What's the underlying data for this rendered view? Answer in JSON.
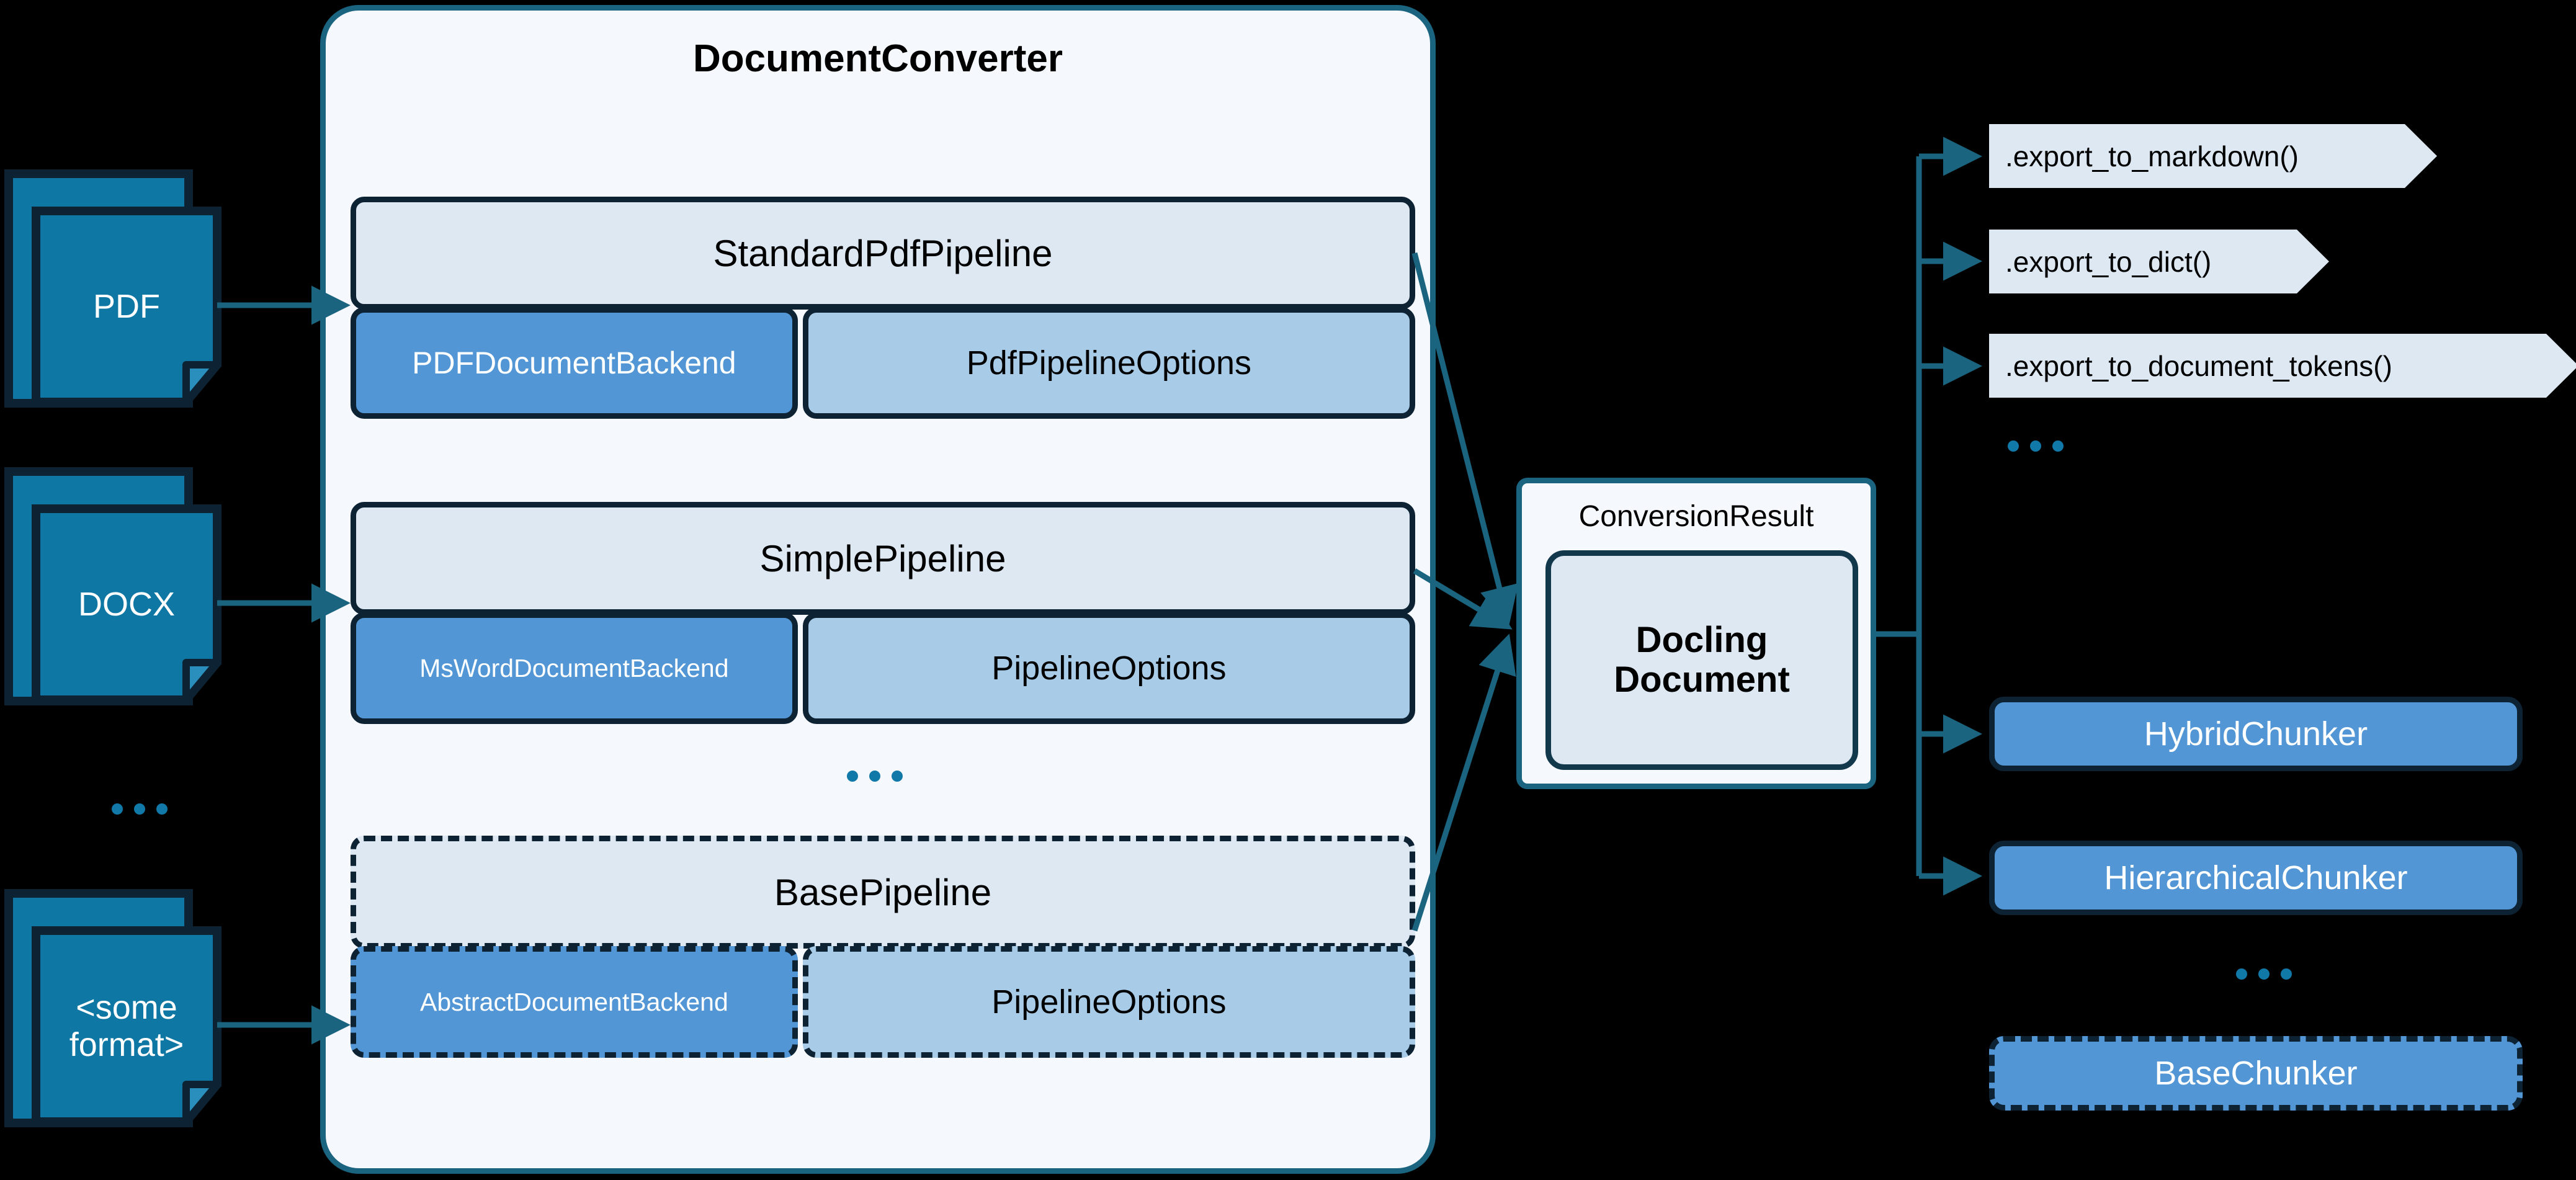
{
  "diagram": {
    "title": "DocumentConverter",
    "colors": {
      "panel_bg": "#f5f8fd",
      "panel_border": "#1a6480",
      "pipeline_head_fill": "#dde8f3",
      "backend_fill": "#5296d5",
      "options_fill": "#a8cbe8",
      "box_border": "#0d2233",
      "doc_icon_fill": "#0f77a3",
      "edge_color": "#1a6480",
      "dots_color": "#1179a8",
      "canvas_bg": "#000000"
    }
  },
  "sources": {
    "items": [
      {
        "label": "PDF",
        "icon": "document-stack-icon"
      },
      {
        "label": "DOCX",
        "icon": "document-stack-icon"
      },
      {
        "label": "<some\nformat>",
        "icon": "document-stack-icon"
      }
    ],
    "ellipsis": "..."
  },
  "converter": {
    "title": "DocumentConverter",
    "ellipsis": "...",
    "pipelines": [
      {
        "name": "StandardPdfPipeline",
        "backend": "PDFDocumentBackend",
        "options": "PdfPipelineOptions",
        "abstract": false
      },
      {
        "name": "SimplePipeline",
        "backend": "MsWordDocumentBackend",
        "options": "PipelineOptions",
        "abstract": false
      },
      {
        "name": "BasePipeline",
        "backend": "AbstractDocumentBackend",
        "options": "PipelineOptions",
        "abstract": true
      }
    ]
  },
  "result": {
    "label": "ConversionResult",
    "document": "Docling\nDocument"
  },
  "exports": {
    "items": [
      {
        "label": ".export_to_markdown()"
      },
      {
        "label": ".export_to_dict()"
      },
      {
        "label": ".export_to_document_tokens()"
      }
    ],
    "ellipsis": "..."
  },
  "chunkers": {
    "items": [
      {
        "label": "HybridChunker",
        "abstract": false
      },
      {
        "label": "HierarchicalChunker",
        "abstract": false
      },
      {
        "label": "BaseChunker",
        "abstract": true
      }
    ],
    "ellipsis": "..."
  }
}
